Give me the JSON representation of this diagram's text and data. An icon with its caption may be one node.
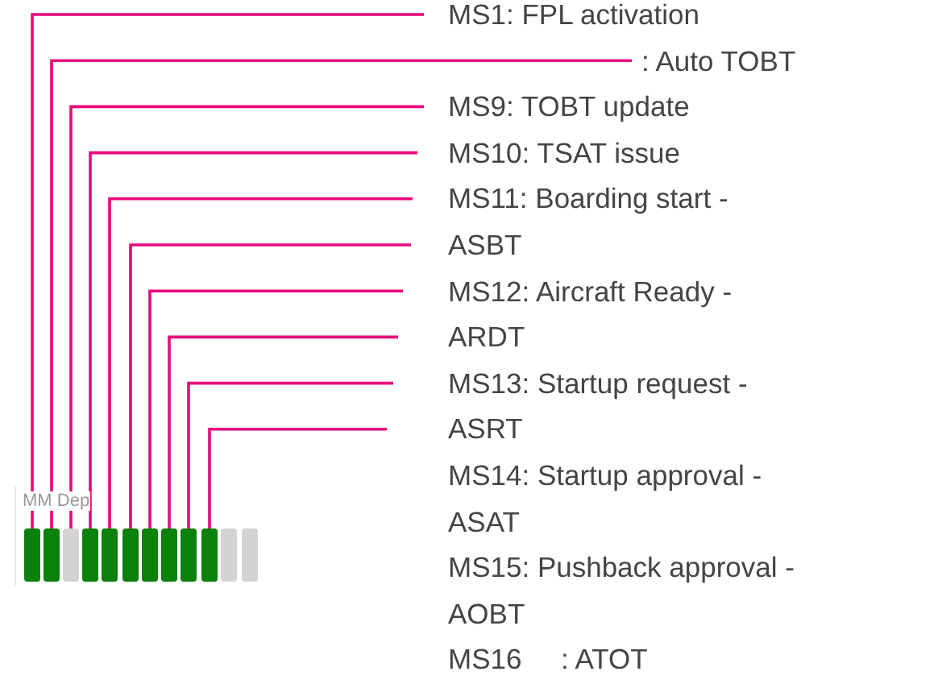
{
  "diagram": {
    "nodes": [
      {
        "text": [
          "MS1: FPL activation"
        ]
      },
      {
        "text": [
          ": Auto TOBT"
        ]
      },
      {
        "text": [
          "MS9: TOBT update"
        ]
      },
      {
        "text": [
          "MS10: TSAT issue"
        ]
      },
      {
        "text": [
          "MS11: Boarding start -"
        ]
      },
      {
        "text": [
          "ASBT"
        ]
      },
      {
        "text": [
          "MS12: Aircraft Ready -"
        ]
      },
      {
        "text": [
          "ARDT"
        ]
      },
      {
        "text": [
          "MS13: Startup request -"
        ]
      },
      {
        "text": [
          "ASRT"
        ]
      },
      {
        "text": [
          "MS14: Startup approval -"
        ]
      },
      {
        "text": [
          "ASAT"
        ]
      },
      {
        "text": [
          "MS15: Pushback approval -"
        ]
      },
      {
        "text": [
          "AOBT"
        ]
      },
      {
        "text": [
          "MS16     : ATOT"
        ]
      },
      {
        "text": [
          "MM Dep"
        ]
      },
      {
        "text": [],
        "shape": "bar",
        "in": 15
      },
      {
        "text": [],
        "shape": "bar",
        "in": 15
      },
      {
        "text": [],
        "shape": "bar",
        "in": 15
      },
      {
        "text": [],
        "shape": "bar",
        "in": 15
      },
      {
        "text": [],
        "shape": "bar",
        "in": 15
      },
      {
        "text": [],
        "shape": "bar",
        "in": 15
      },
      {
        "text": [],
        "shape": "bar",
        "in": 15
      },
      {
        "text": [],
        "shape": "bar",
        "in": 15
      },
      {
        "text": [],
        "shape": "bar",
        "in": 15
      },
      {
        "text": [],
        "shape": "bar",
        "in": 15
      },
      {
        "text": [],
        "shape": "bar",
        "in": 15
      },
      {
        "text": [],
        "shape": "bar",
        "in": 15
      }
    ],
    "edges": [
      {
        "from": 0,
        "to": 16,
        "arrow": "none"
      },
      {
        "from": 1,
        "to": 17,
        "arrow": "none"
      },
      {
        "from": 2,
        "to": 18,
        "arrow": "none"
      },
      {
        "from": 3,
        "to": 19,
        "arrow": "none"
      },
      {
        "from": 4,
        "to": 20,
        "arrow": "none"
      },
      {
        "from": 5,
        "to": 21,
        "arrow": "none"
      },
      {
        "from": 6,
        "to": 22,
        "arrow": "none"
      },
      {
        "from": 7,
        "to": 23,
        "arrow": "none"
      },
      {
        "from": 8,
        "to": 24,
        "arrow": "none"
      },
      {
        "from": 9,
        "to": 25,
        "arrow": "none"
      }
    ]
  }
}
